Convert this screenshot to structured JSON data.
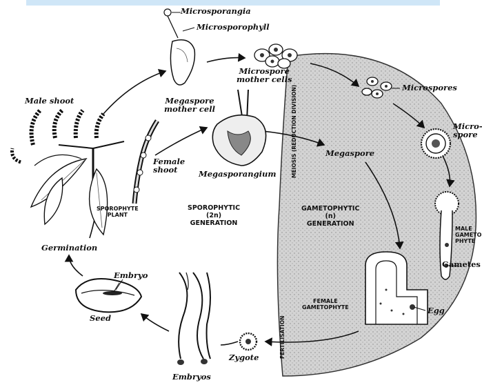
{
  "labels": {
    "microsporangia": "Microsporangia",
    "microsporophyll": "Microsporophyll",
    "microspore_mother_cells_1": "Microspore",
    "microspore_mother_cells_2": "mother cells",
    "microspores": "Microspores",
    "microspore_1": "Micro-",
    "microspore_2": "spore",
    "male_shoot": "Male shoot",
    "megaspore_mother_cell_1": "Megaspore",
    "megaspore_mother_cell_2": "mother cell",
    "female_shoot_1": "Female",
    "female_shoot_2": "shoot",
    "megasporangium": "Megasporangium",
    "megaspore": "Megaspore",
    "sporophyte_plant_1": "SPOROPHYTE",
    "sporophyte_plant_2": "PLANT",
    "sporophytic_1": "SPOROPHYTIC",
    "sporophytic_2": "(2n)",
    "sporophytic_3": "GENERATION",
    "gametophytic_1": "GAMETOPHYTIC",
    "gametophytic_2": "(n)",
    "gametophytic_3": "GENERATION",
    "male_gametophyte_1": "MALE",
    "male_gametophyte_2": "GAMETO-",
    "male_gametophyte_3": "PHYTE",
    "gametes": "Gametes",
    "female_gametophyte_1": "FEMALE",
    "female_gametophyte_2": "GAMETOPHYTE",
    "egg": "Egg",
    "germination": "Germination",
    "embryo": "Embryo",
    "seed": "Seed",
    "zygote": "Zygote",
    "embryos": "Embryos",
    "meiosis": "MEIOSIS (REDUCTION DIVISION)",
    "fertilisation": "FERTILISATION"
  },
  "colors": {
    "gametophyte_region": "#cfcfcf",
    "ink": "#111111",
    "top_band": "#cfe6f7"
  }
}
